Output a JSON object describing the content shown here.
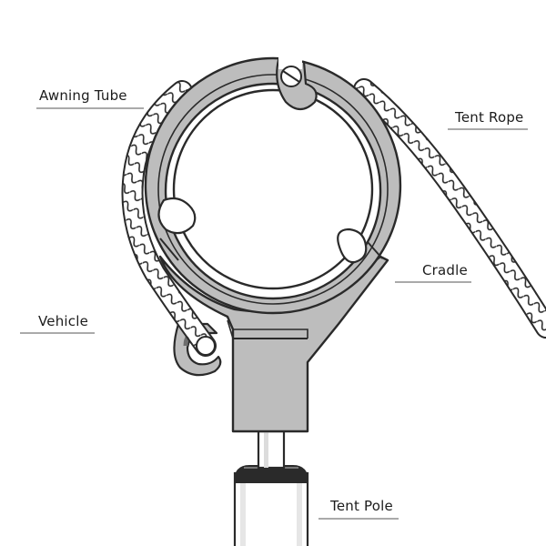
{
  "labels": {
    "awning_tube": "Awning Tube",
    "tent_rope": "Tent Rope",
    "cradle": "Cradle",
    "vehicle": "Vehicle",
    "tent_pole": "Tent Pole"
  },
  "colors": {
    "metal": "#bdbdbd",
    "outline": "#2a2a2a",
    "rope": "#ffffff",
    "pole_cap": "#2a2a2a",
    "background": "#ffffff"
  }
}
